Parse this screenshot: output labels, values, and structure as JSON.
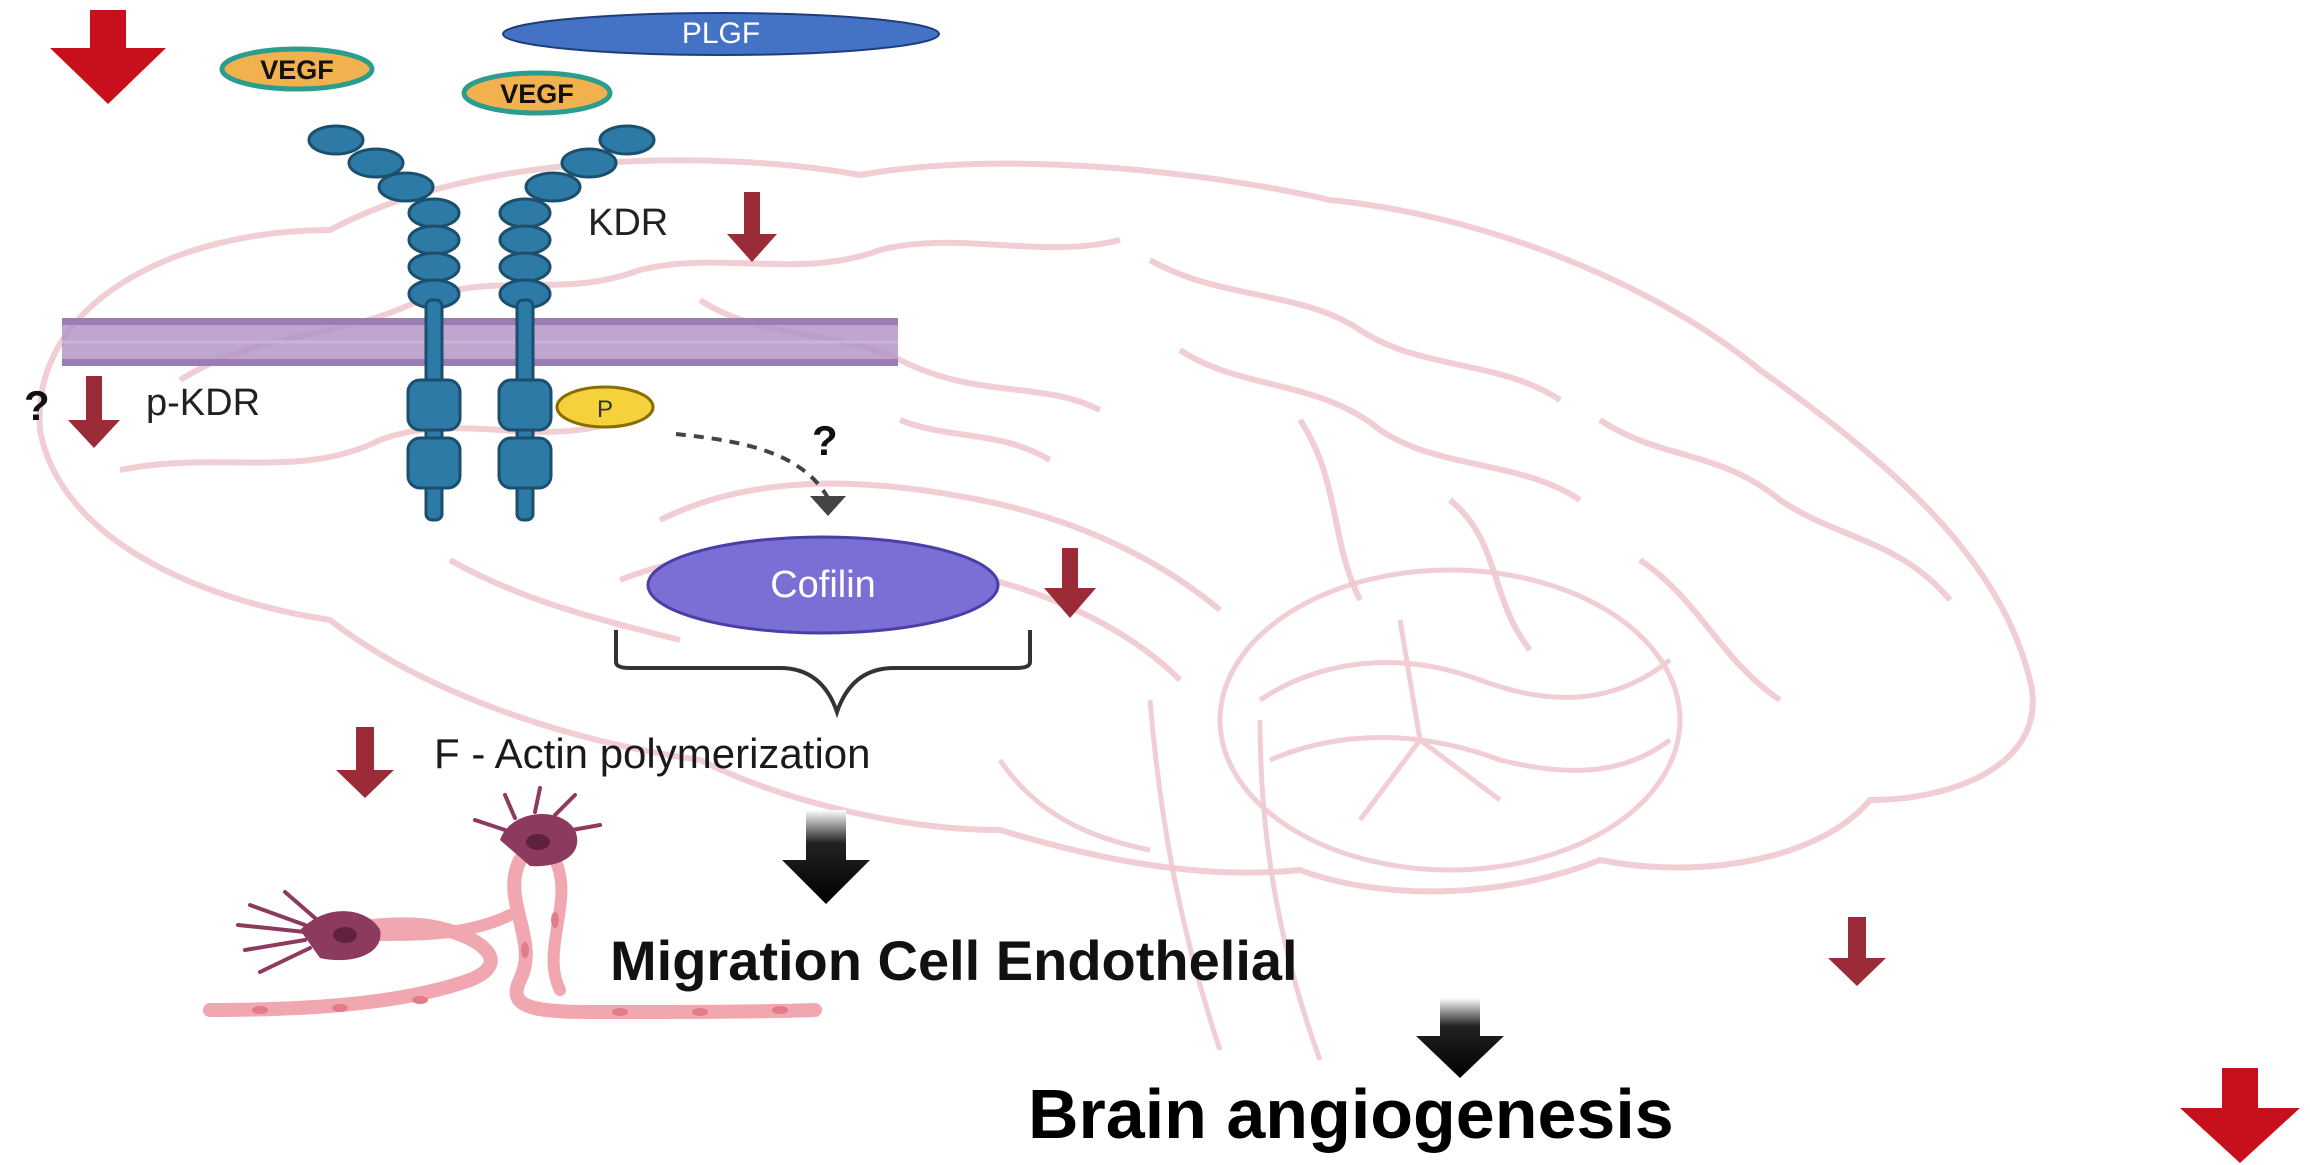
{
  "labels": {
    "plgf": "PLGF",
    "vegf_1": "VEGF",
    "vegf_2": "VEGF",
    "kdr": "KDR",
    "p_kdr": "p-KDR",
    "question_1": "?",
    "question_2": "?",
    "phosphate": "P",
    "cofilin": "Cofilin",
    "f_actin": "F - Actin polymerization",
    "migration": "Migration Cell Endothelial",
    "brain_angiogenesis": "Brain angiogenesis"
  },
  "colors": {
    "decrease_arrow": "#c8101c",
    "small_arrow": "#9b2b36",
    "plgf_fill": "#4472c4",
    "vegf_fill": "#f2b14f",
    "vegf_border": "#2a9d8f",
    "receptor_fill": "#2e7aa6",
    "receptor_stroke": "#1b4f6e",
    "membrane": "#b396c6",
    "cofilin_fill": "#7b6fd6",
    "phosphate_fill": "#f5d23c",
    "brain_outline": "#f0c9cf",
    "cell_pink": "#f1a7b0",
    "cell_body": "#8c3b5e"
  }
}
